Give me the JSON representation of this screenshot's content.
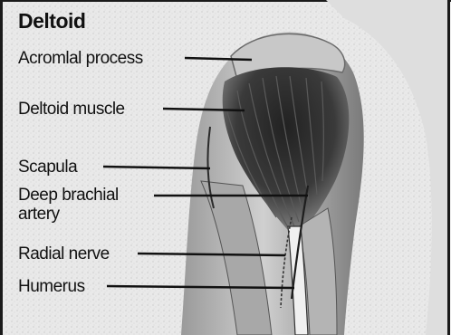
{
  "title": "Deltoid",
  "labels": [
    {
      "id": "acromial-process",
      "text": "Acromlal process"
    },
    {
      "id": "deltoid-muscle",
      "text": "Deltoid muscle"
    },
    {
      "id": "scapula",
      "text": "Scapula"
    },
    {
      "id": "deep-brachial-artery",
      "text": "Deep brachial\nartery"
    },
    {
      "id": "radial-nerve",
      "text": "Radial nerve"
    },
    {
      "id": "humerus",
      "text": "Humerus"
    }
  ],
  "colors": {
    "ink": "#111111",
    "muscle_dark": "#2b2b2b",
    "background": "#f2f2f2"
  }
}
